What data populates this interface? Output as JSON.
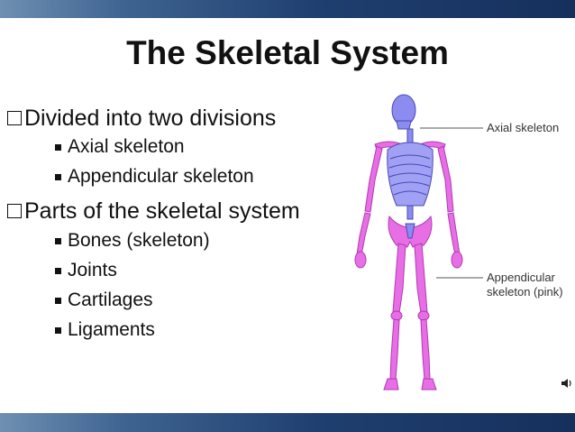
{
  "slide": {
    "title": "The Skeletal System",
    "bullets": [
      {
        "text": "Divided into two divisions",
        "sub": [
          "Axial skeleton",
          "Appendicular skeleton"
        ]
      },
      {
        "text": "Parts of the skeletal system",
        "sub": [
          "Bones (skeleton)",
          "Joints",
          "Cartilages",
          "Ligaments"
        ]
      }
    ],
    "figure": {
      "label_axial": "Axial skeleton",
      "label_appendicular_1": "Appendicular",
      "label_appendicular_2": "skeleton (pink)"
    }
  },
  "colors": {
    "axial": "#7a7ae6",
    "appendicular": "#e86ee6",
    "bar": "#1f3f70"
  },
  "icons": [
    "hollow-square-bullet-icon",
    "filled-square-bullet-icon",
    "speaker-icon"
  ]
}
